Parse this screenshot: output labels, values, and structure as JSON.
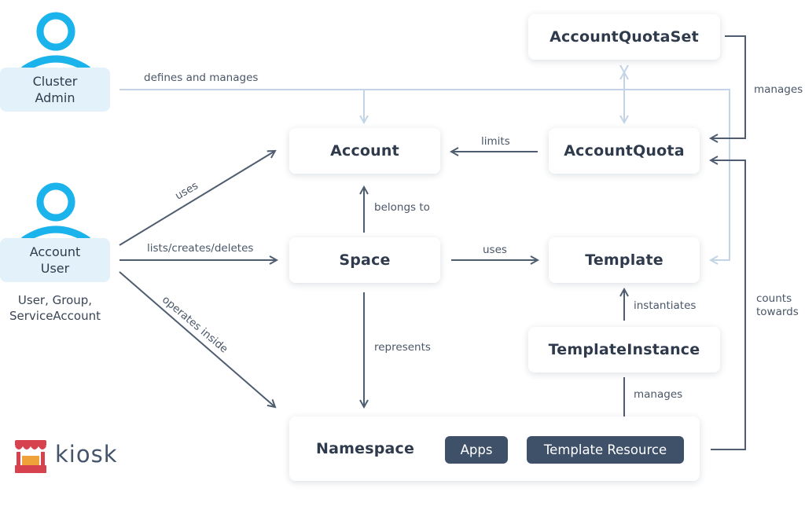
{
  "colors": {
    "edge": "#4f5d71",
    "edge_light": "#c3d4e6",
    "actor_fill": "#e3f1fb",
    "actor_icon": "#1ab3ec",
    "pill": "#3f5069",
    "logo_red": "#d6434f"
  },
  "actors": {
    "cluster_admin": "Cluster\nAdmin",
    "account_user": "Account\nUser",
    "account_user_caption": "User, Group,\nServiceAccount"
  },
  "nodes": {
    "account_quota_set": "AccountQuotaSet",
    "account": "Account",
    "account_quota": "AccountQuota",
    "space": "Space",
    "template": "Template",
    "template_instance": "TemplateInstance",
    "namespace": "Namespace",
    "apps": "Apps",
    "template_resource": "Template Resource"
  },
  "edges": {
    "defines_and_manages": "defines and manages",
    "uses_account": "uses",
    "lists_creates_deletes": "lists/creates/deletes",
    "operates_inside": "operates inside",
    "limits": "limits",
    "belongs_to": "belongs to",
    "uses_template": "uses",
    "represents": "represents",
    "instantiates": "instantiates",
    "manages_resources": "manages",
    "manages_quota": "manages",
    "counts_towards": "counts\ntowards"
  },
  "logo": {
    "text": "kiosk",
    "icon": "kiosk-stand-icon"
  }
}
